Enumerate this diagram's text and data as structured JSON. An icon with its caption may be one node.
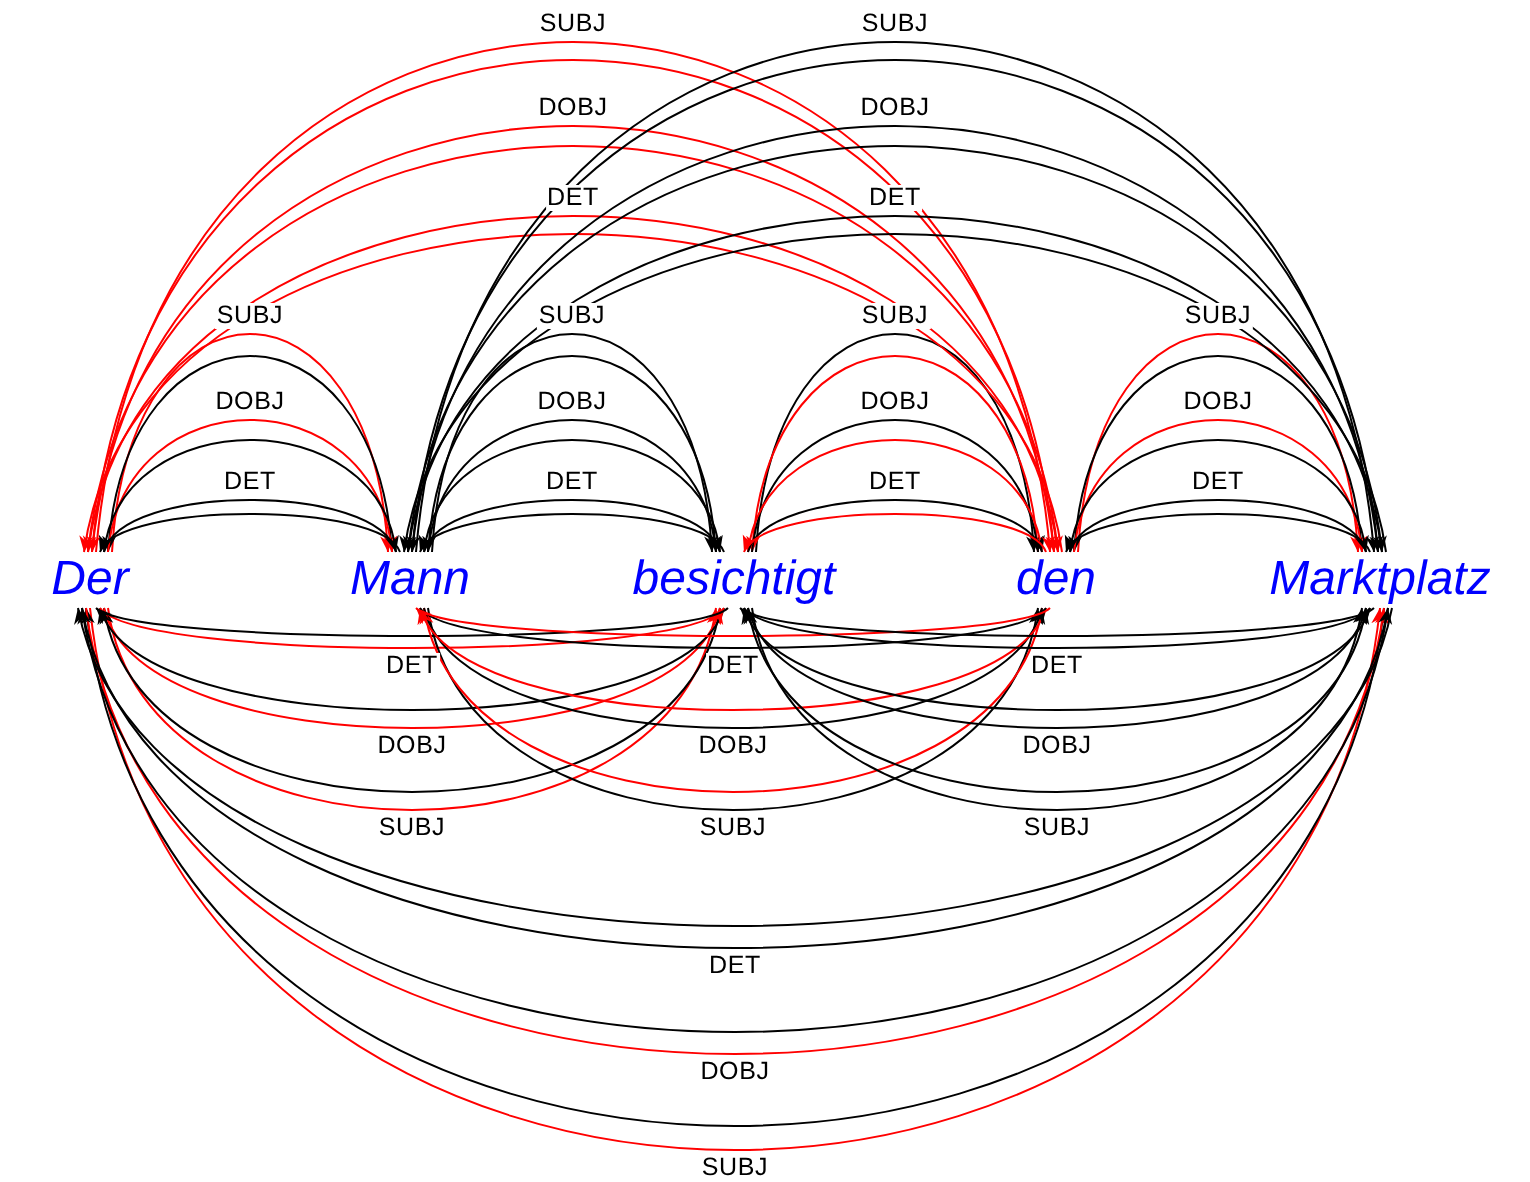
{
  "diagram": {
    "nodes": [
      {
        "text": [
          "Der"
        ]
      },
      {
        "text": [
          "Mann"
        ]
      },
      {
        "text": [
          "besichtigt"
        ]
      },
      {
        "text": [
          "den"
        ]
      },
      {
        "text": [
          "Marktplatz"
        ]
      }
    ],
    "edges": [
      {
        "from": 0,
        "to": 1,
        "arrow": "to",
        "label": "SUBJ",
        "color": "#ff0000"
      },
      {
        "from": 1,
        "to": 0,
        "arrow": "to"
      },
      {
        "from": 0,
        "to": 1,
        "arrow": "to",
        "label": "DOBJ",
        "color": "#ff0000"
      },
      {
        "from": 1,
        "to": 0,
        "arrow": "to"
      },
      {
        "from": 0,
        "to": 1,
        "arrow": "to",
        "label": "DET"
      },
      {
        "from": 1,
        "to": 0,
        "arrow": "to"
      },
      {
        "from": 1,
        "to": 2,
        "arrow": "to",
        "label": "SUBJ"
      },
      {
        "from": 2,
        "to": 1,
        "arrow": "to"
      },
      {
        "from": 1,
        "to": 2,
        "arrow": "to",
        "label": "DOBJ"
      },
      {
        "from": 2,
        "to": 1,
        "arrow": "to"
      },
      {
        "from": 1,
        "to": 2,
        "arrow": "to",
        "label": "DET"
      },
      {
        "from": 2,
        "to": 1,
        "arrow": "to"
      },
      {
        "from": 2,
        "to": 3,
        "arrow": "to",
        "label": "SUBJ"
      },
      {
        "from": 3,
        "to": 2,
        "arrow": "to",
        "color": "#ff0000"
      },
      {
        "from": 2,
        "to": 3,
        "arrow": "to",
        "label": "DOBJ"
      },
      {
        "from": 3,
        "to": 2,
        "arrow": "to",
        "color": "#ff0000"
      },
      {
        "from": 2,
        "to": 3,
        "arrow": "to",
        "label": "DET"
      },
      {
        "from": 3,
        "to": 2,
        "arrow": "to",
        "color": "#ff0000"
      },
      {
        "from": 3,
        "to": 4,
        "arrow": "to",
        "label": "SUBJ",
        "color": "#ff0000"
      },
      {
        "from": 4,
        "to": 3,
        "arrow": "to"
      },
      {
        "from": 3,
        "to": 4,
        "arrow": "to",
        "label": "DOBJ",
        "color": "#ff0000"
      },
      {
        "from": 4,
        "to": 3,
        "arrow": "to"
      },
      {
        "from": 3,
        "to": 4,
        "arrow": "to",
        "label": "DET"
      },
      {
        "from": 4,
        "to": 3,
        "arrow": "to"
      },
      {
        "from": 0,
        "to": 3,
        "arrow": "to",
        "label": "SUBJ",
        "color": "#ff0000"
      },
      {
        "from": 3,
        "to": 0,
        "arrow": "to",
        "color": "#ff0000"
      },
      {
        "from": 0,
        "to": 3,
        "arrow": "to",
        "label": "DOBJ",
        "color": "#ff0000"
      },
      {
        "from": 3,
        "to": 0,
        "arrow": "to",
        "color": "#ff0000"
      },
      {
        "from": 0,
        "to": 3,
        "arrow": "to",
        "label": "DET",
        "color": "#ff0000"
      },
      {
        "from": 3,
        "to": 0,
        "arrow": "to",
        "color": "#ff0000"
      },
      {
        "from": 1,
        "to": 4,
        "arrow": "to",
        "label": "SUBJ"
      },
      {
        "from": 4,
        "to": 1,
        "arrow": "to"
      },
      {
        "from": 1,
        "to": 4,
        "arrow": "to",
        "label": "DOBJ"
      },
      {
        "from": 4,
        "to": 1,
        "arrow": "to"
      },
      {
        "from": 1,
        "to": 4,
        "arrow": "to",
        "label": "DET"
      },
      {
        "from": 4,
        "to": 1,
        "arrow": "to"
      },
      {
        "from": 0,
        "to": 2,
        "arrow": "to",
        "label": "SUBJ",
        "color": "#ff0000"
      },
      {
        "from": 2,
        "to": 0,
        "arrow": "to"
      },
      {
        "from": 0,
        "to": 2,
        "arrow": "to",
        "label": "DOBJ",
        "color": "#ff0000"
      },
      {
        "from": 2,
        "to": 0,
        "arrow": "to"
      },
      {
        "from": 0,
        "to": 2,
        "arrow": "to",
        "label": "DET",
        "color": "#ff0000"
      },
      {
        "from": 2,
        "to": 0,
        "arrow": "to"
      },
      {
        "from": 1,
        "to": 3,
        "arrow": "to",
        "label": "SUBJ"
      },
      {
        "from": 3,
        "to": 1,
        "arrow": "to",
        "color": "#ff0000"
      },
      {
        "from": 1,
        "to": 3,
        "arrow": "to",
        "label": "DOBJ"
      },
      {
        "from": 3,
        "to": 1,
        "arrow": "to",
        "color": "#ff0000"
      },
      {
        "from": 1,
        "to": 3,
        "arrow": "to",
        "label": "DET"
      },
      {
        "from": 3,
        "to": 1,
        "arrow": "to",
        "color": "#ff0000"
      },
      {
        "from": 2,
        "to": 4,
        "arrow": "to",
        "label": "SUBJ"
      },
      {
        "from": 4,
        "to": 2,
        "arrow": "to"
      },
      {
        "from": 2,
        "to": 4,
        "arrow": "to",
        "label": "DOBJ"
      },
      {
        "from": 4,
        "to": 2,
        "arrow": "to"
      },
      {
        "from": 2,
        "to": 4,
        "arrow": "to",
        "label": "DET"
      },
      {
        "from": 4,
        "to": 2,
        "arrow": "to"
      },
      {
        "from": 0,
        "to": 4,
        "arrow": "to",
        "label": "SUBJ",
        "color": "#ff0000"
      },
      {
        "from": 4,
        "to": 0,
        "arrow": "to"
      },
      {
        "from": 0,
        "to": 4,
        "arrow": "to",
        "label": "DOBJ",
        "color": "#ff0000"
      },
      {
        "from": 4,
        "to": 0,
        "arrow": "to"
      },
      {
        "from": 0,
        "to": 4,
        "arrow": "to",
        "label": "DET"
      },
      {
        "from": 4,
        "to": 0,
        "arrow": "to"
      }
    ]
  }
}
